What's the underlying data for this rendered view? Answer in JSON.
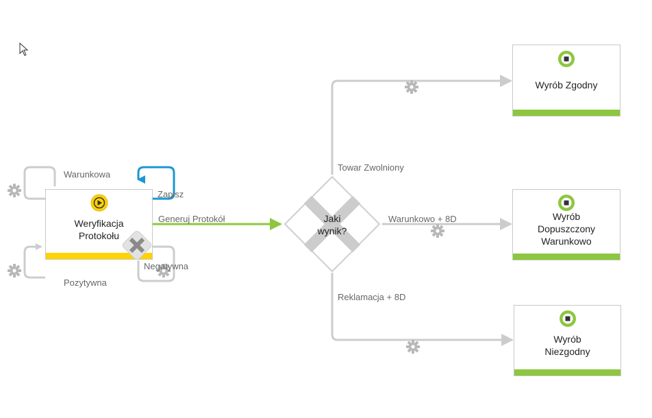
{
  "colors": {
    "connector": "#cccccc",
    "active_connector": "#8dc63f",
    "loop_connector": "#1a96d4",
    "start_badge": "#ffd200",
    "end_badge": "#8dc63f",
    "bar_yellow": "#ffd200",
    "bar_green": "#8dc63f",
    "gear": "#b8b8b8"
  },
  "task": {
    "title": "Weryfikacja\nProtokołu",
    "badge_icon": "play-icon",
    "delete_icon": "close-icon"
  },
  "gateway": {
    "title": "Jaki\nwynik?"
  },
  "ends": [
    {
      "title": "Wyrób Zgodny"
    },
    {
      "title": "Wyrób\nDopuszczony\nWarunkowo"
    },
    {
      "title": "Wyrób\nNiezgodny"
    }
  ],
  "labels": {
    "warunkowa": "Warunkowa",
    "zapisz": "Zapisz",
    "generuj": "Generuj Protokół",
    "negatywna": "Negatywna",
    "pozytywna": "Pozytywna",
    "towar": "Towar Zwolniony",
    "warunkowo8d": "Warunkowo + 8D",
    "reklamacja": "Reklamacja + 8D"
  }
}
